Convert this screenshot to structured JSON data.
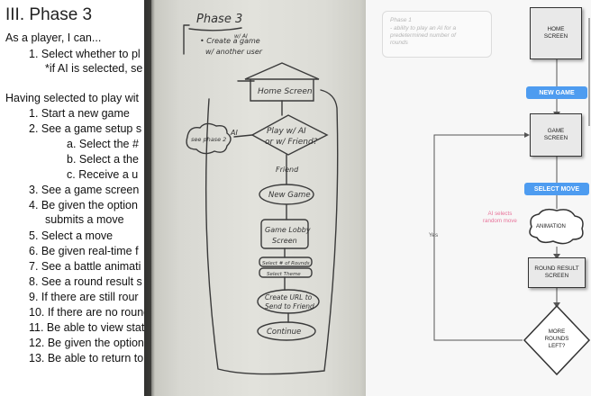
{
  "document": {
    "heading": "III. Phase 3",
    "lines": [
      "As a player, I can...",
      "1.   Select whether to pl",
      "*if AI is selected, se",
      "Having selected to play wit",
      "1.   Start a new game",
      "2.   See a game setup s",
      "a.   Select the #",
      "b.   Select a the",
      "c.   Receive a u",
      "3.   See a game screen",
      "4.   Be given the option",
      "submits a move",
      "5.   Select a move",
      "6.   Be given real-time f",
      "7.   See a battle animati",
      "8.   See a round result s",
      "9.   If there are still rour",
      "10. If there are no round",
      "11. Be able to view stat",
      "12. Be given the option",
      "13. Be able to return to"
    ]
  },
  "whiteboard": {
    "title": "Phase 3",
    "note_top_line1": "• Create a game",
    "note_top_small": "w/ AI",
    "note_top_line2": "w/ another user",
    "home": "Home Screen",
    "decision_line1": "Play w/ AI",
    "decision_line2": "or w/ Friend?",
    "see_phase": "see phase 2",
    "ai_label": "AI",
    "friend_label": "Friend",
    "new_game": "New Game",
    "lobby_line1": "Game Lobby",
    "lobby_line2": "Screen",
    "select_rounds": "Select # of Rounds",
    "select_theme": "Select Theme",
    "create_url_line1": "Create URL to",
    "create_url_line2": "Send to Friend",
    "continue": "Continue"
  },
  "flowchart": {
    "note_lines": [
      "Phase 1",
      "- ability to play an AI for a",
      "predetermined number of",
      "rounds"
    ],
    "home_screen": [
      "HOME",
      "SCREEN"
    ],
    "new_game": "NEW GAME",
    "game_screen": [
      "GAME",
      "SCREEN"
    ],
    "select_move": "SELECT MOVE",
    "ai_selects": [
      "AI selects",
      "random move"
    ],
    "animation": "ANIMATION",
    "yes_label": "Yes",
    "round_result": [
      "ROUND RESULT",
      "SCREEN"
    ],
    "rounds_left": [
      "MORE",
      "ROUNDS",
      "LEFT?"
    ],
    "colors": {
      "button": "#4e9cf0",
      "annotation": "#e8739a",
      "node_fill": "#e9e9e9"
    }
  }
}
